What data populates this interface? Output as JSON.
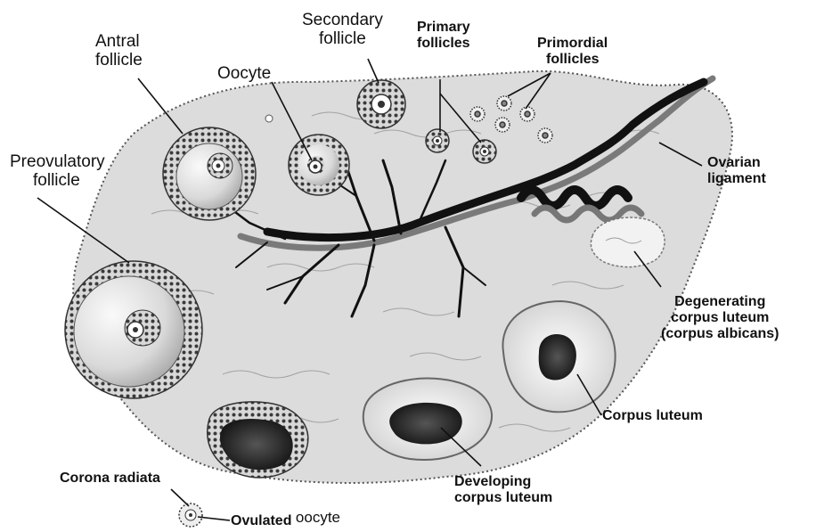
{
  "labels": {
    "secondary_follicle": [
      "Secondary",
      "follicle"
    ],
    "primary_follicles": [
      "Primary",
      "follicles"
    ],
    "primordial_follicles": [
      "Primordial",
      "follicles"
    ],
    "antral_follicle": [
      "Antral",
      "follicle"
    ],
    "oocyte": "Oocyte",
    "preovulatory_follicle": [
      "Preovulatory",
      "follicle"
    ],
    "ovarian_ligament": [
      "Ovarian",
      "ligament"
    ],
    "degenerating_corpus_luteum": [
      "Degenerating",
      "corpus luteum",
      "(corpus albicans)"
    ],
    "corpus_luteum": "Corpus luteum",
    "developing_corpus_luteum": [
      "Developing",
      "corpus luteum"
    ],
    "corona_radiata": "Corona radiata",
    "ovulated_oocyte_a": "Ovulated",
    "ovulated_oocyte_b": "oocyte"
  }
}
